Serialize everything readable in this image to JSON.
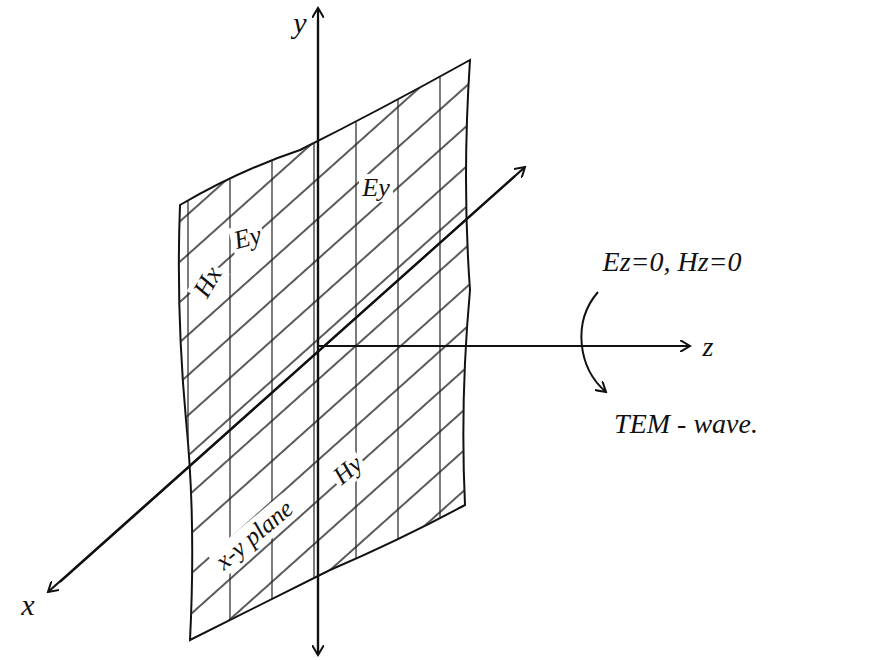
{
  "diagram": {
    "labels": [
      "y",
      "x",
      "z",
      "Hx",
      "Ey",
      "Ey",
      "x-y plane",
      "Hy",
      "Ez=0, Hz=0",
      "TEM - wave."
    ]
  }
}
